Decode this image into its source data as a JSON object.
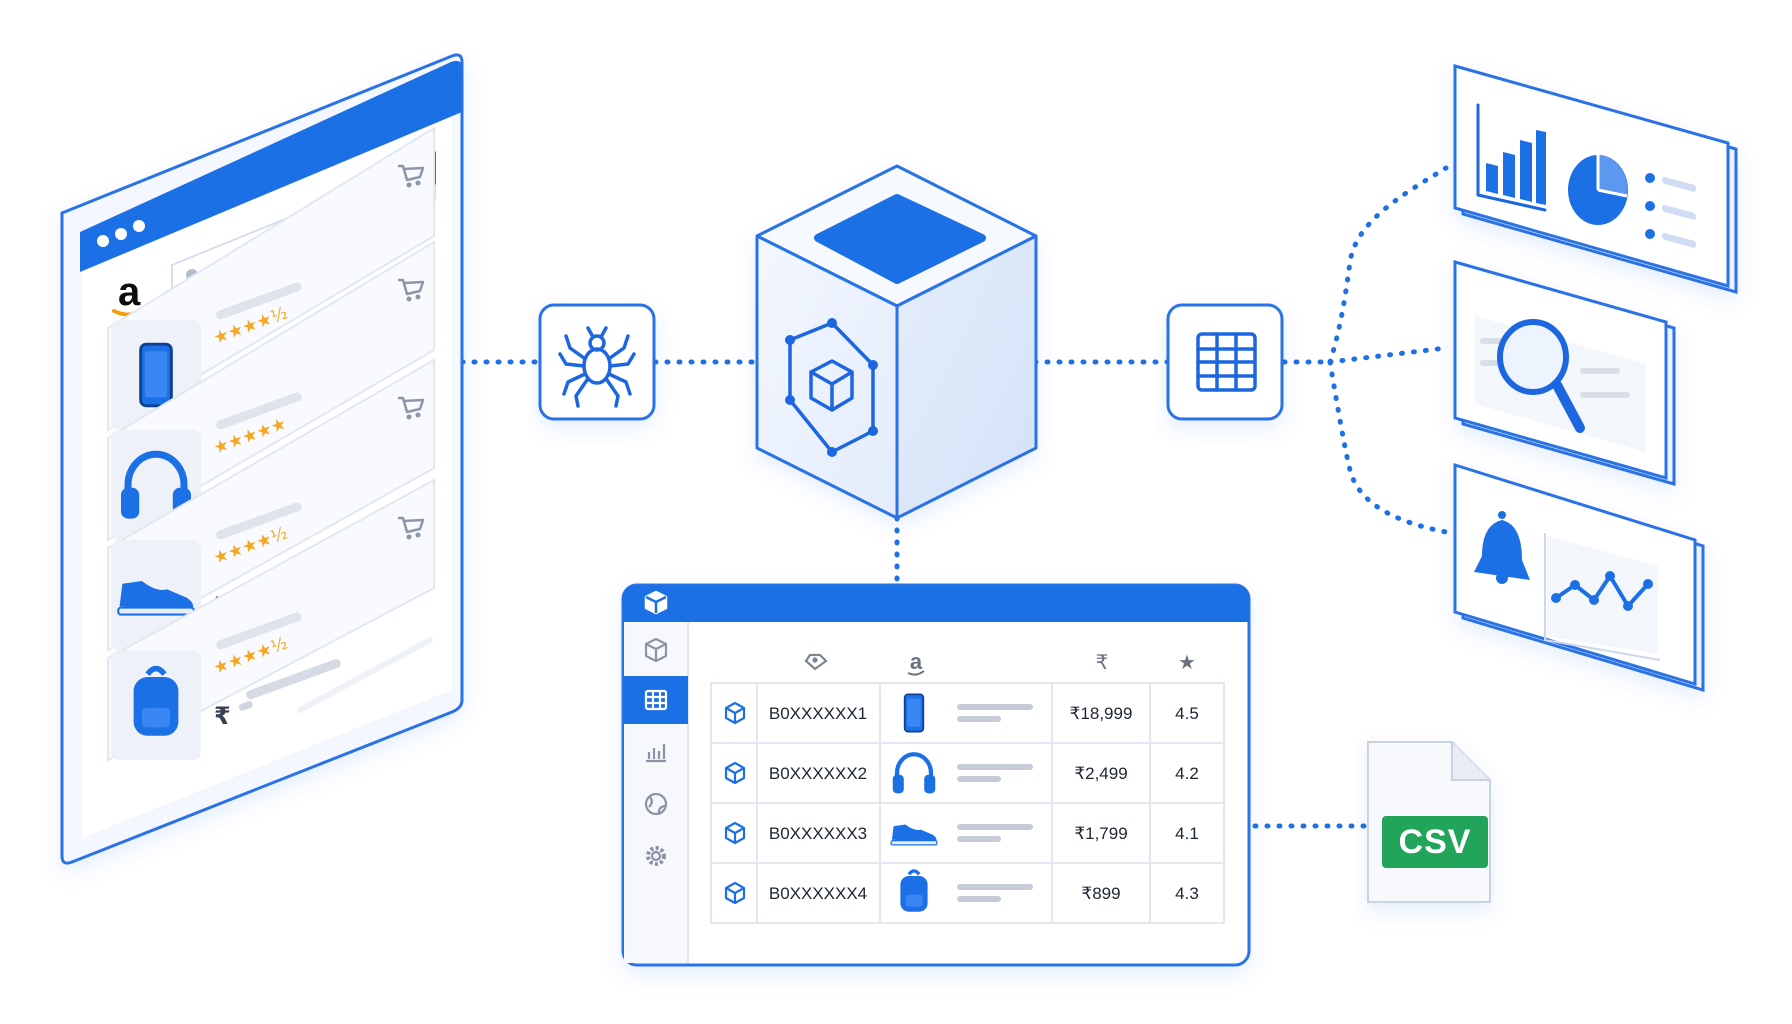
{
  "colors": {
    "primary": "#1a66e0",
    "header_blue": "#1f6fe5",
    "panel_bg": "#f2f6fd",
    "star": "#f5a623",
    "csv_green": "#22a45a"
  },
  "store_page": {
    "logo_letter": "a",
    "search_icon": "search-icon",
    "location_icon": "location-pin-icon",
    "currency_symbol": "₹",
    "products": [
      {
        "icon": "smartphone-icon",
        "rating": 4.5,
        "stars": "★★★★½"
      },
      {
        "icon": "headphones-icon",
        "rating": 5,
        "stars": "★★★★★"
      },
      {
        "icon": "sneaker-icon",
        "rating": 4.5,
        "stars": "★★★★½"
      },
      {
        "icon": "backpack-icon",
        "rating": 4.5,
        "stars": "★★★★½"
      }
    ]
  },
  "pipeline": {
    "crawler_icon": "spider-icon",
    "processor_icon": "cube-hexagon-icon",
    "table_icon": "table-grid-icon"
  },
  "outputs": [
    {
      "name": "analytics",
      "icons": [
        "bar-chart-icon",
        "pie-chart-icon",
        "list-icon"
      ]
    },
    {
      "name": "search",
      "icons": [
        "magnifier-icon"
      ]
    },
    {
      "name": "alerts",
      "icons": [
        "bell-icon",
        "line-chart-icon"
      ]
    }
  ],
  "csv": {
    "label": "CSV"
  },
  "data_table": {
    "header_icons": [
      "tag-icon",
      "amazon-a-icon",
      "rupee-icon",
      "star-icon"
    ],
    "header_amazon": "a",
    "header_rupee": "₹",
    "header_star": "★",
    "sidebar_icons": [
      "cube-icon",
      "table-icon",
      "bar-chart-icon",
      "globe-icon",
      "gear-icon"
    ],
    "rows": [
      {
        "asin": "B0XXXXXX1",
        "product_icon": "smartphone-icon",
        "price": "₹18,999",
        "rating": "4.5"
      },
      {
        "asin": "B0XXXXXX2",
        "product_icon": "headphones-icon",
        "price": "₹2,499",
        "rating": "4.2"
      },
      {
        "asin": "B0XXXXXX3",
        "product_icon": "sneaker-icon",
        "price": "₹1,799",
        "rating": "4.1"
      },
      {
        "asin": "B0XXXXXX4",
        "product_icon": "backpack-icon",
        "price": "₹899",
        "rating": "4.3"
      }
    ]
  }
}
